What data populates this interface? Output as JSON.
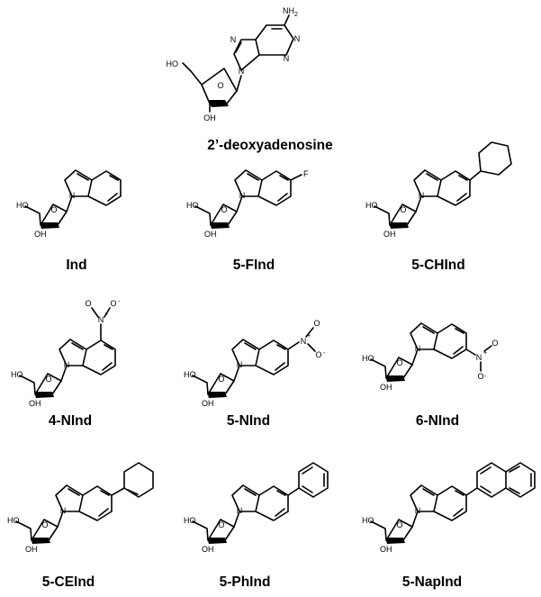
{
  "top": {
    "name": "2’-deoxyadenosine",
    "labels": {
      "nh2": "NH",
      "nh2_sub": "2",
      "n": "N",
      "ho": "HO",
      "oh": "OH",
      "o": "O"
    }
  },
  "sugar_labels": {
    "ho": "HO",
    "oh": "OH",
    "o": "O",
    "n": "N"
  },
  "substituent_labels": {
    "f": "F",
    "o": "O",
    "minus": "-",
    "plus": "+"
  },
  "compounds": [
    {
      "id": "ind",
      "name": "Ind",
      "substituent": "none"
    },
    {
      "id": "5-find",
      "name": "5-FInd",
      "substituent": "fluoro"
    },
    {
      "id": "5-chind",
      "name": "5-CHInd",
      "substituent": "cyclohexyl"
    },
    {
      "id": "4-nind",
      "name": "4-NInd",
      "substituent": "nitro"
    },
    {
      "id": "5-nind",
      "name": "5-NInd",
      "substituent": "nitro"
    },
    {
      "id": "6-nind",
      "name": "6-NInd",
      "substituent": "nitro"
    },
    {
      "id": "5-ceind",
      "name": "5-CEInd",
      "substituent": "cyclohexenyl"
    },
    {
      "id": "5-phind",
      "name": "5-PhInd",
      "substituent": "phenyl"
    },
    {
      "id": "5-napind",
      "name": "5-NapInd",
      "substituent": "naphthyl"
    }
  ]
}
